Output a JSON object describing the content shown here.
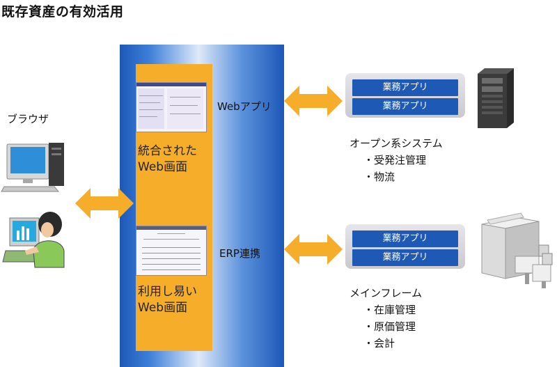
{
  "title": "既存資産の有効活用",
  "browser_label": "ブラウザ",
  "portal": {
    "top_label": [
      "統合された",
      "Web画面"
    ],
    "bottom_label": [
      "利用し易い",
      "Web画面"
    ]
  },
  "connectors": {
    "web_app": "Webアプリ",
    "erp": "ERP連携"
  },
  "open_system": {
    "apps": [
      "業務アプリ",
      "業務アプリ"
    ],
    "name": "オープン系システム",
    "items": [
      "・受発注管理",
      "・物流"
    ]
  },
  "mainframe": {
    "apps": [
      "業務アプリ",
      "業務アプリ"
    ],
    "name": "メインフレーム",
    "items": [
      "・在庫管理",
      "・原価管理",
      "・会計"
    ]
  },
  "colors": {
    "orange": "#f6ae2a",
    "blue": "#1d59b5",
    "panel": "#d6d6da"
  },
  "icons": [
    "desktop-computer-icon",
    "user-at-computer-icon",
    "server-tower-icon",
    "mainframe-icon"
  ]
}
